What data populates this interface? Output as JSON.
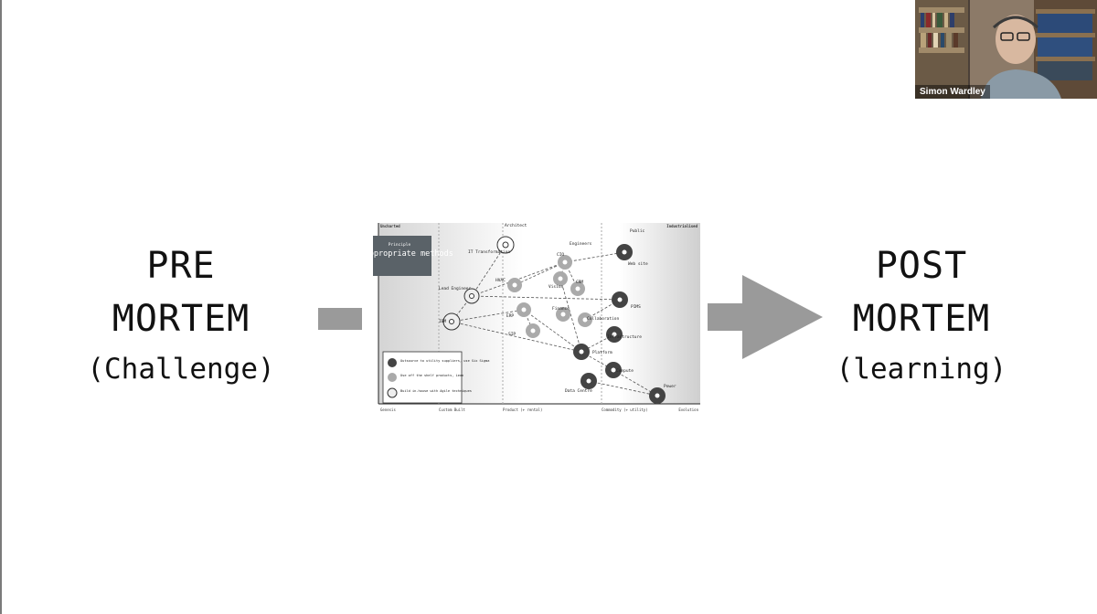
{
  "slide": {
    "left_block": {
      "line1": "PRE",
      "line2": "MORTEM",
      "line3": "(Challenge)"
    },
    "right_block": {
      "line1": "POST",
      "line2": "MORTEM",
      "line3": "(learning)"
    }
  },
  "map": {
    "principle_label": "Principle",
    "principle_text": "Use appropriate methods",
    "corner_left": "Uncharted",
    "corner_right": "Industrialised",
    "axis": [
      "Genesis",
      "Custom Built",
      "Product (+ rental)",
      "Commodity (+ utility)",
      "Evolution"
    ],
    "legend": [
      "Outsource to utility suppliers, use Six Sigma",
      "Use off the shelf products, Lean",
      "Build in-house with Agile techniques"
    ],
    "nodes": {
      "architect": "Architect",
      "public": "Public",
      "engineers": "Engineers",
      "cio": "CIO",
      "web_site": "Web site",
      "lead_engineer": "Lead Engineer",
      "crm": "CRM",
      "erp": "ERP",
      "pims": "PIMS",
      "ibm": "IBM",
      "hvac": "HVAC",
      "platform": "Platform",
      "compute": "Compute",
      "data_centre": "Data Centre",
      "power": "Power",
      "finance": "Finance",
      "collaboration": "Collaboration",
      "infrastructure": "Infrastructure",
      "sip": "SIP",
      "vision": "Vision",
      "it_transformation": "IT Transformation"
    }
  },
  "video": {
    "participant_name": "Simon Wardley"
  }
}
